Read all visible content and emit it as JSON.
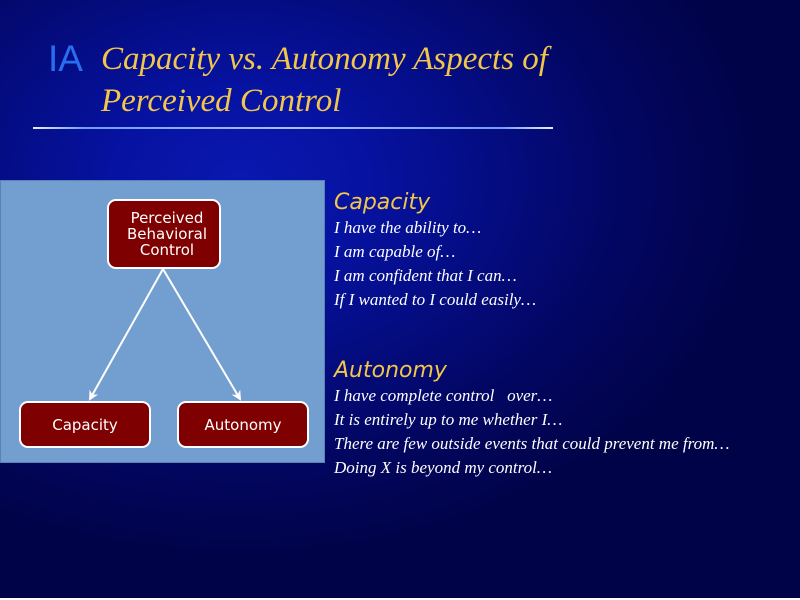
{
  "slide": {
    "number_label": "IA",
    "title": "Capacity vs. Autonomy Aspects of Perceived Control",
    "colors": {
      "title": "#f2c64a",
      "number_label": "#2a6ef0",
      "diagram_bg": "#729fcf",
      "node_fill": "#7f0000",
      "node_border": "#ffffff",
      "background": "#040c80"
    }
  },
  "diagram": {
    "root": "Perceived Behavioral Control",
    "root_lines": [
      "Perceived",
      "Behavioral",
      "Control"
    ],
    "children": [
      {
        "label": "Capacity"
      },
      {
        "label": "Autonomy"
      }
    ]
  },
  "capacity": {
    "heading": "Capacity",
    "items": [
      "I have the ability to…",
      "I am capable of…",
      "I am confident that I can…",
      "If I wanted to I could easily…"
    ]
  },
  "autonomy": {
    "heading": "Autonomy",
    "items": [
      "I have complete control   over…",
      "It is entirely up to me whether I…",
      "There are few outside events that could prevent me from…",
      "Doing X is beyond my control…"
    ]
  }
}
